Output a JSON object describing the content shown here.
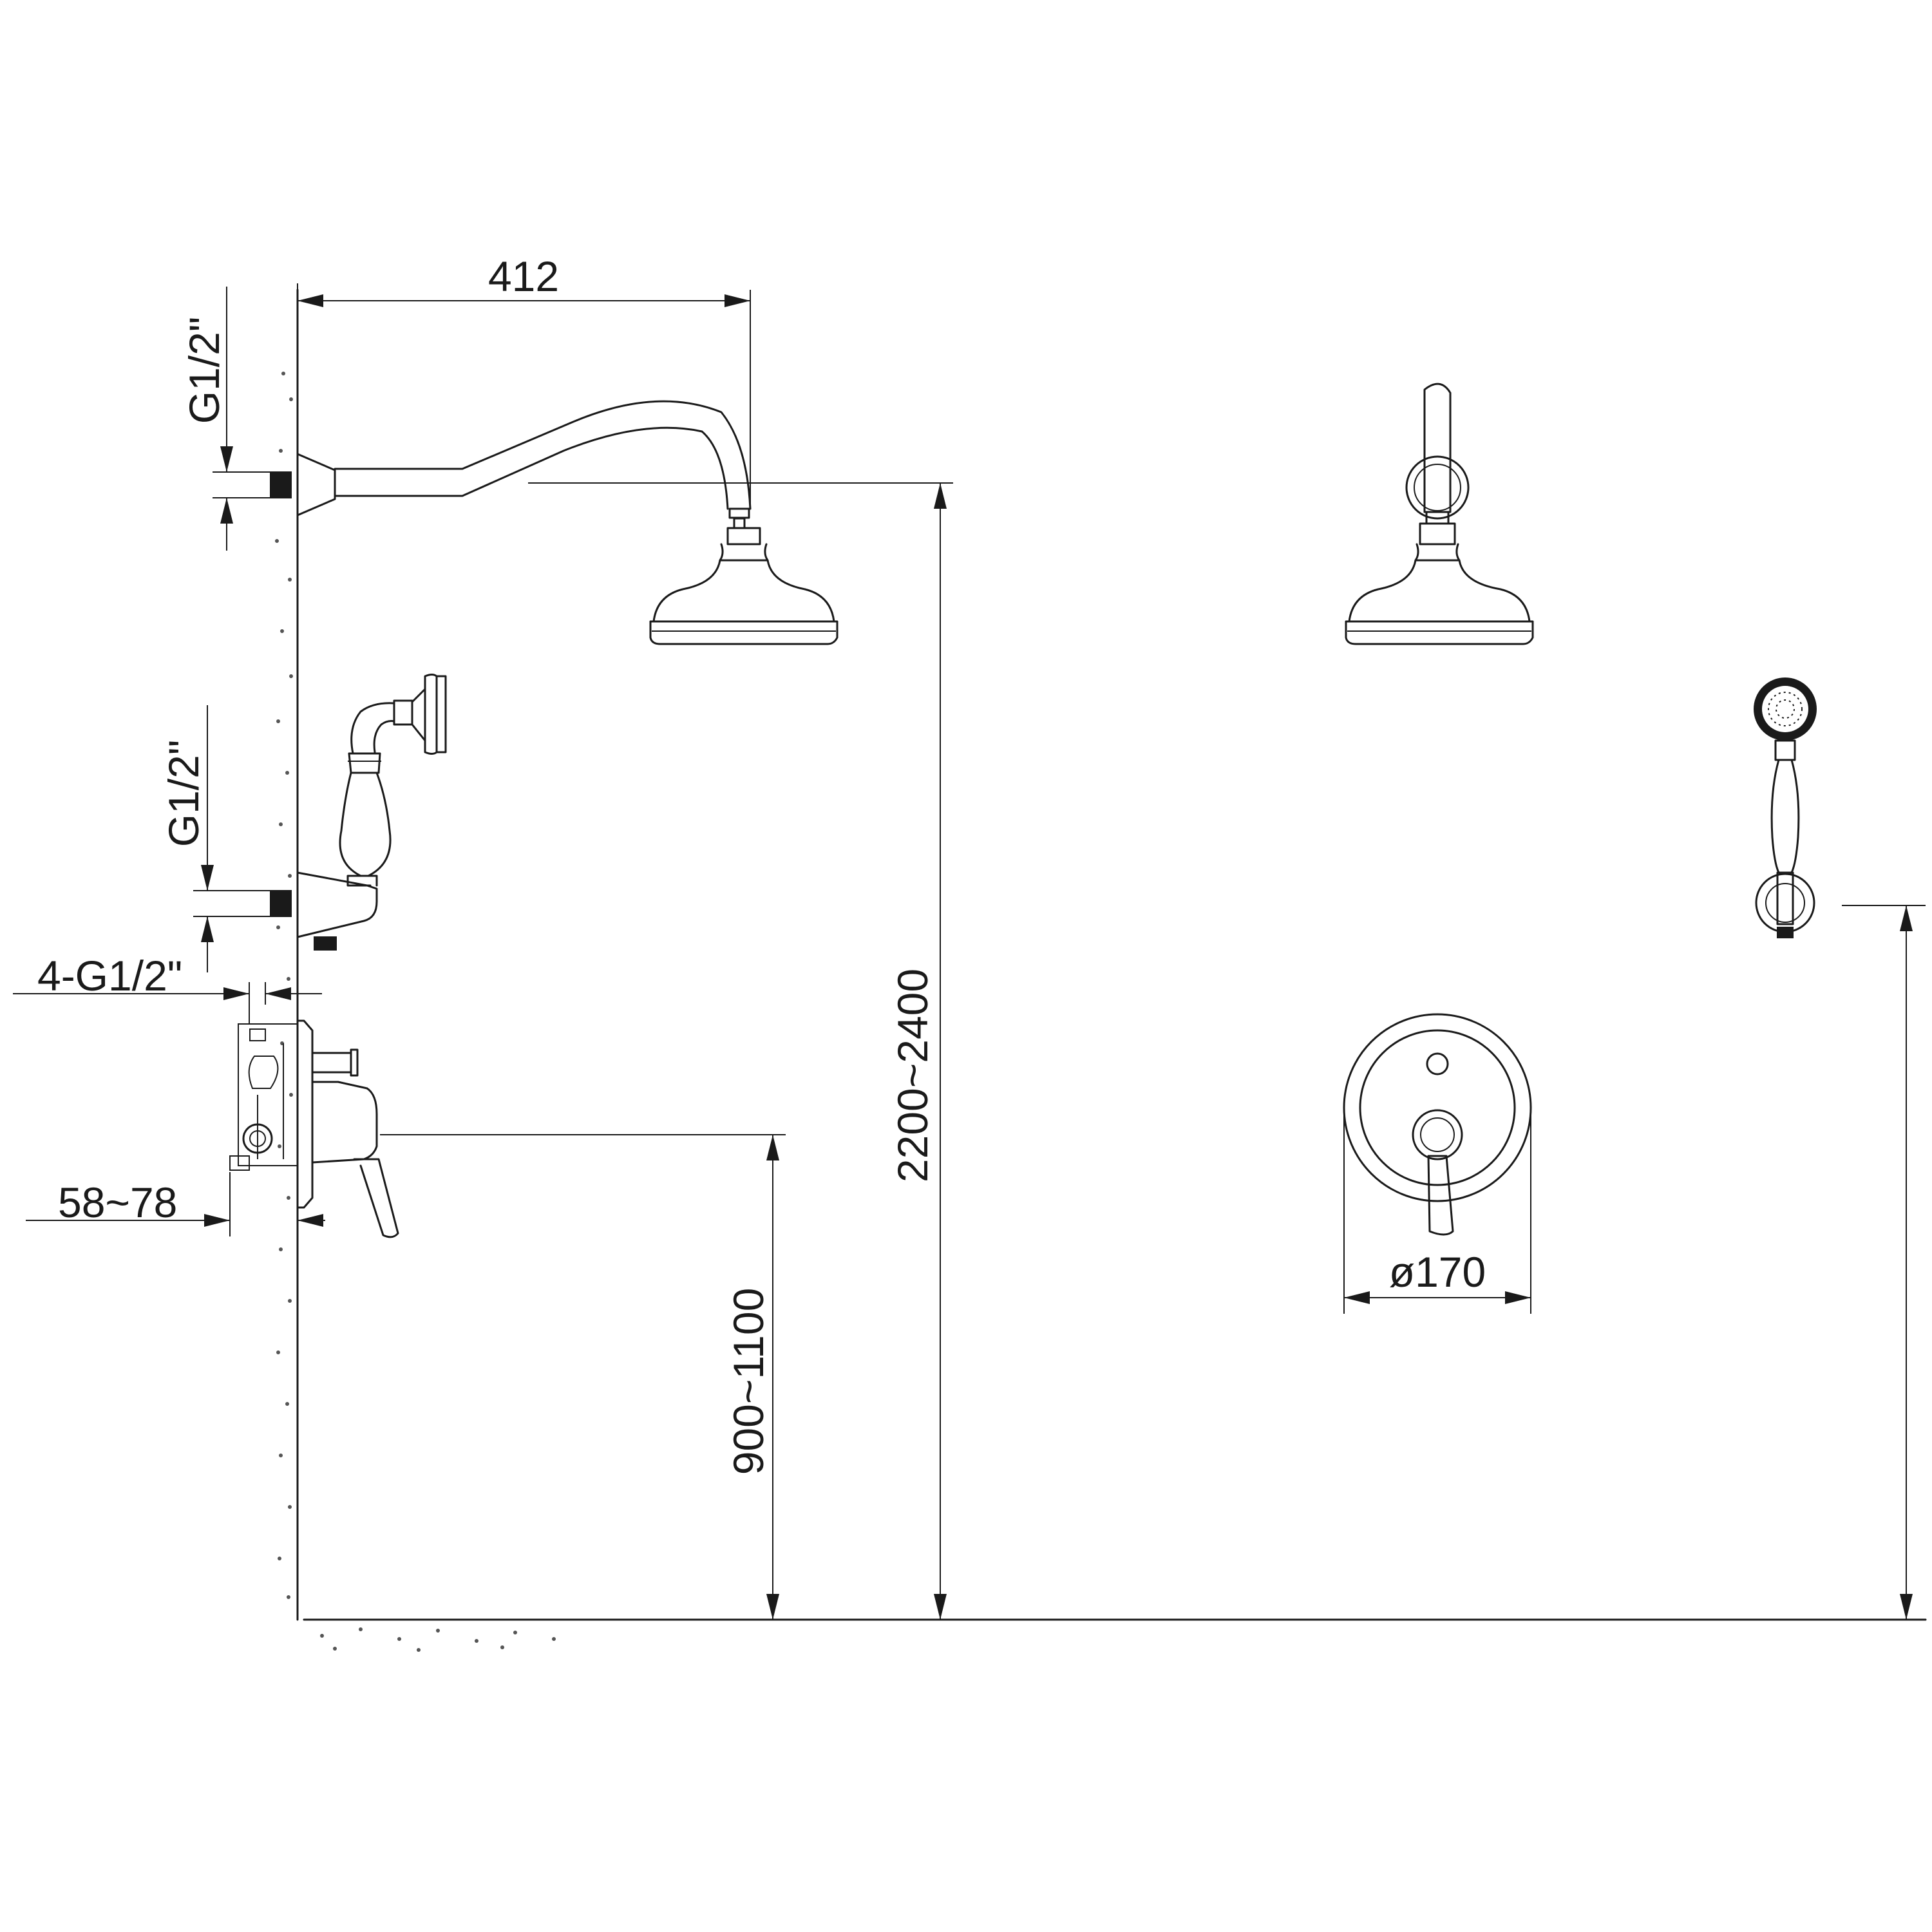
{
  "dimensions": {
    "arm_length": "412",
    "thread_top": "G1/2\"",
    "thread_mid": "G1/2\"",
    "valve_threads": "4-G1/2\"",
    "wall_depth": "58~78",
    "shower_height": "2200~2400",
    "valve_height": "900~1100",
    "plate_diameter": "ø170"
  }
}
